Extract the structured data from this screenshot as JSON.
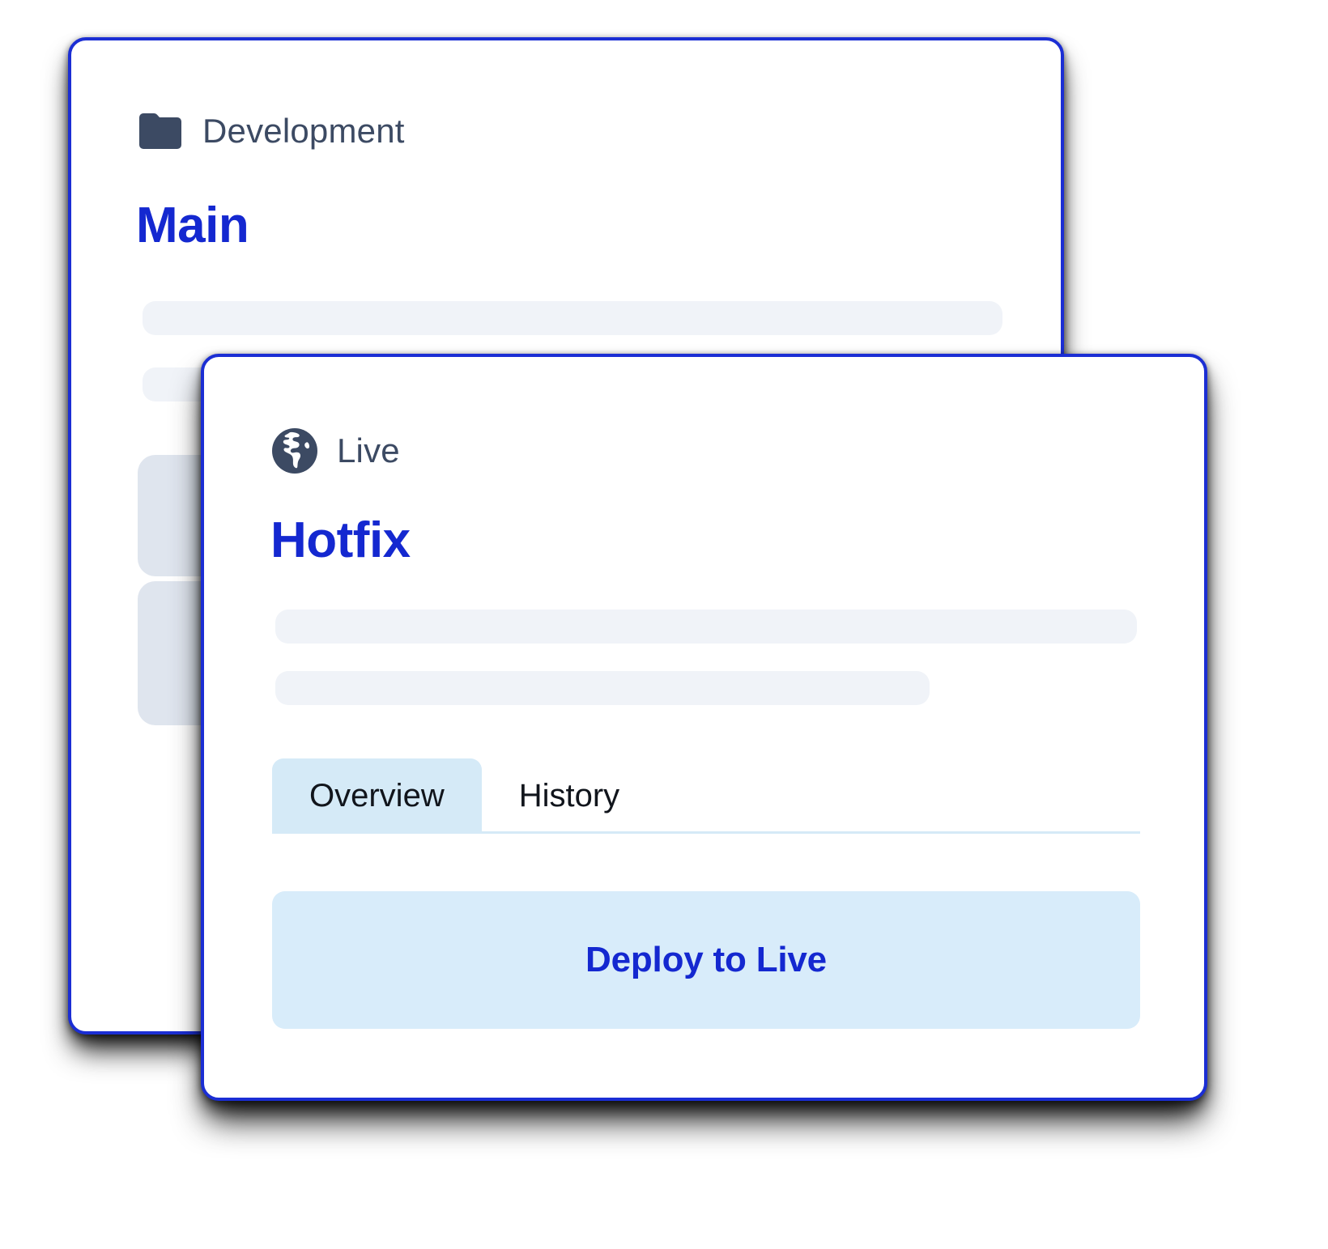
{
  "theme": {
    "card_border": "#1b2ed4",
    "accent_blue": "#1428d0",
    "icon_slate": "#3c4a63",
    "tab_active_bg": "#d5eaf7",
    "button_bg": "#d8ecfa",
    "skeleton_light": "#f0f3f8",
    "skeleton_strong": "#dfe5ee"
  },
  "back_card": {
    "icon": "folder-icon",
    "environment_label": "Development",
    "branch_title": "Main",
    "placeholder_lines": 2,
    "placeholder_blocks": 2
  },
  "front_card": {
    "icon": "globe-icon",
    "environment_label": "Live",
    "branch_title": "Hotfix",
    "placeholder_lines": 2,
    "tabs": [
      {
        "label": "Overview",
        "active": true
      },
      {
        "label": "History",
        "active": false
      }
    ],
    "primary_action": {
      "label": "Deploy to Live"
    }
  }
}
